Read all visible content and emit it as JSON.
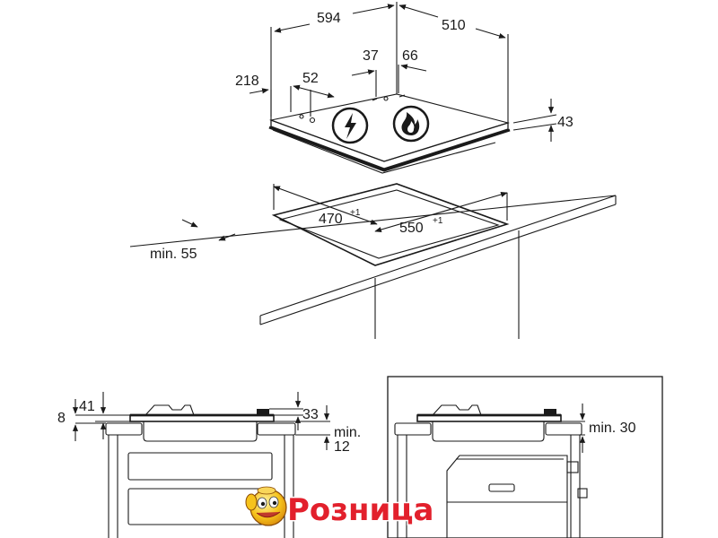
{
  "hob_top": {
    "width": "594",
    "depth": "510",
    "height": "43",
    "offset_left": "218",
    "offset_control": "52",
    "offset_center_a": "37",
    "offset_center_b": "66",
    "icons": [
      "electric-lightning-icon",
      "gas-flame-icon"
    ]
  },
  "cutout": {
    "depth": "470",
    "depth_tol": "+1",
    "width": "550",
    "width_tol": "+1",
    "min_edge": "min. 55"
  },
  "side_view_left": {
    "total_height": "8",
    "top_height": "41",
    "knob_height": "33",
    "min_below_label": "min.",
    "min_below_value": "12"
  },
  "side_view_right": {
    "min_clearance": "min. 30"
  },
  "logo": {
    "text": "Розница"
  }
}
